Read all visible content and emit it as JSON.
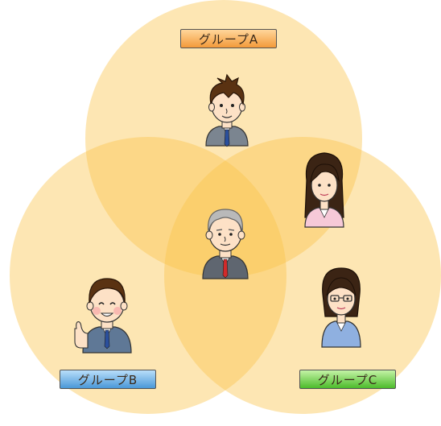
{
  "groups": [
    {
      "id": "a",
      "label": "グループA",
      "fill": "#f6a94a",
      "fill_light": "#ffd08e"
    },
    {
      "id": "b",
      "label": "グループB",
      "fill": "#5aa9e6",
      "fill_light": "#9ed0f5"
    },
    {
      "id": "c",
      "label": "グループC",
      "fill": "#5dc93a",
      "fill_light": "#a6ea82"
    }
  ],
  "colors": {
    "circle_fill": "#fbcf55",
    "label_border": "#555555",
    "skin": "#fde1c6",
    "suit_gray": "#7b8590",
    "suit_blue": "#5f7896",
    "tie_red": "#d22a2a",
    "tie_blue": "#2a4f9c",
    "hair_brown": "#5a3212",
    "hair_dark": "#3b2414",
    "hair_gray": "#b9b9b9",
    "pink_jacket": "#f6c9d8"
  },
  "people": [
    {
      "name": "man-in-group-a",
      "icon": "young-man-icon"
    },
    {
      "name": "woman-in-groups-a-c",
      "icon": "woman-icon"
    },
    {
      "name": "senior-man-in-all-groups",
      "icon": "senior-man-icon"
    },
    {
      "name": "man-in-group-b",
      "icon": "thumbs-up-man-icon"
    },
    {
      "name": "woman-in-group-c",
      "icon": "woman-with-glasses-icon"
    }
  ]
}
